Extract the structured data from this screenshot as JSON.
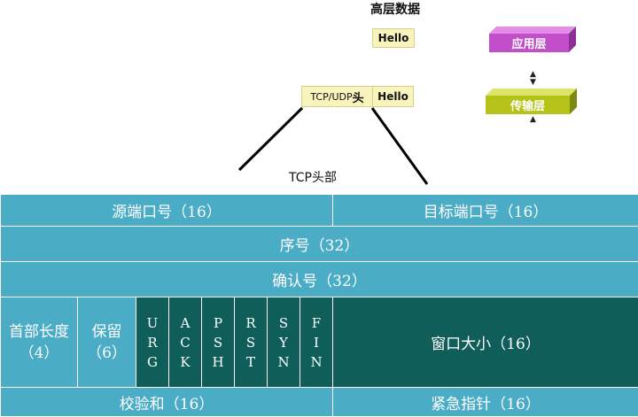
{
  "top_title": "高层数据",
  "hello_top": "Hello",
  "header_pill": {
    "prefix": "TCP/UDP",
    "suffix": "头",
    "data": "Hello"
  },
  "layers": {
    "app": "应用层",
    "transport": "传输层"
  },
  "colors": {
    "app": "#c04fc9",
    "transport": "#b5c218",
    "cell": "#4bacc6",
    "cell_dark": "#0f5e59",
    "pill": "#f9f3bd"
  },
  "tcp_header_label": "TCP头部",
  "table": {
    "src_port": "源端口号（16）",
    "dst_port": "目标端口号（16）",
    "seq": "序号（32）",
    "ack": "确认号（32）",
    "hdr_len_1": "首部长度",
    "hdr_len_2": "（4）",
    "reserved_1": "保留",
    "reserved_2": "（6）",
    "flags": [
      {
        "name": "URG",
        "letters": [
          "U",
          "R",
          "G"
        ]
      },
      {
        "name": "ACK",
        "letters": [
          "A",
          "C",
          "K"
        ]
      },
      {
        "name": "PSH",
        "letters": [
          "P",
          "S",
          "H"
        ]
      },
      {
        "name": "RST",
        "letters": [
          "R",
          "S",
          "T"
        ]
      },
      {
        "name": "SYN",
        "letters": [
          "S",
          "Y",
          "N"
        ]
      },
      {
        "name": "FIN",
        "letters": [
          "F",
          "I",
          "N"
        ]
      }
    ],
    "window": "窗口大小（16）",
    "checksum": "校验和（16）",
    "urgent": "紧急指针（16）"
  }
}
